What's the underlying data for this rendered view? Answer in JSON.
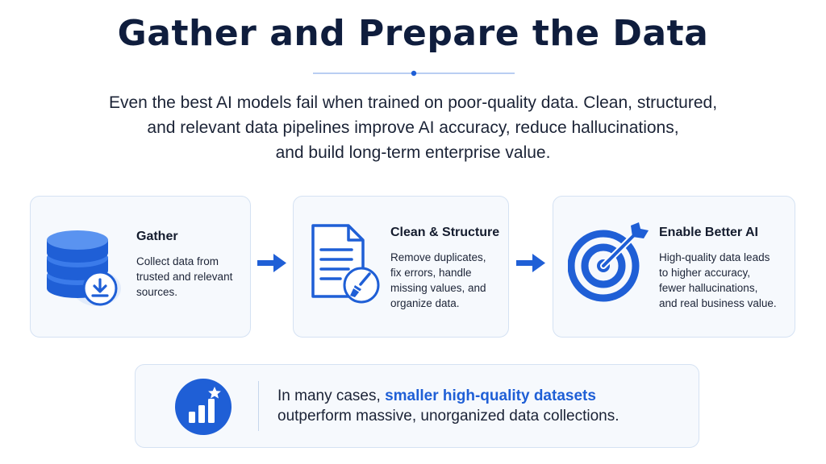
{
  "header": {
    "title": "Gather and Prepare the Data",
    "intro_lines": [
      "Even the best AI models fail when trained on poor-quality data. Clean, structured,",
      "and relevant data pipelines improve AI accuracy, reduce hallucinations,",
      "and build long-term enterprise value."
    ]
  },
  "steps": [
    {
      "title": "Gather",
      "icon": "database-download-icon",
      "desc_lines": [
        "Collect data from",
        "trusted and relevant",
        "sources."
      ]
    },
    {
      "title": "Clean & Structure",
      "icon": "document-brush-icon",
      "desc_lines": [
        "Remove duplicates,",
        "fix errors, handle",
        "missing values, and",
        "organize data."
      ]
    },
    {
      "title": "Enable Better AI",
      "icon": "target-arrow-icon",
      "desc_lines": [
        "High-quality data leads",
        "to higher accuracy,",
        "fewer hallucinations,",
        "and real business value."
      ]
    }
  ],
  "callout": {
    "icon": "bar-chart-star-icon",
    "prefix": "In many cases, ",
    "highlight": "smaller high-quality datasets",
    "line2": "outperform massive, unorganized data collections."
  },
  "colors": {
    "primary": "#1f5fd6",
    "title": "#0f1d3d",
    "card_bg": "#f6f9fd",
    "card_border": "#d5e2f3"
  }
}
